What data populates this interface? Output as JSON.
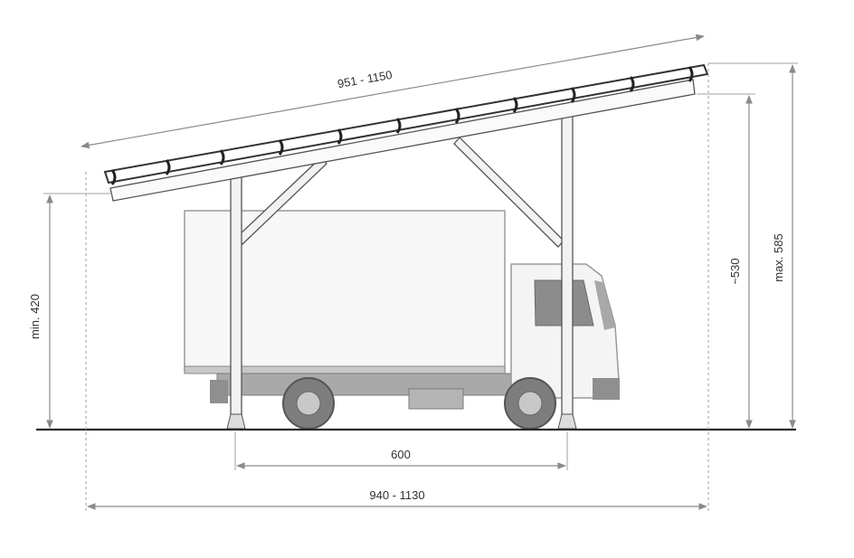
{
  "dimensions": {
    "roof_length": "951 - 1150",
    "min_height": "min. 420",
    "mid_height": "~530",
    "max_height": "max. 585",
    "post_spacing": "600",
    "total_length": "940 - 1130"
  },
  "colors": {
    "dimension": "#8a8a8a",
    "structure": "#555555",
    "truck_box": "#f7f7f7",
    "truck_chassis": "#9a9a9a"
  }
}
